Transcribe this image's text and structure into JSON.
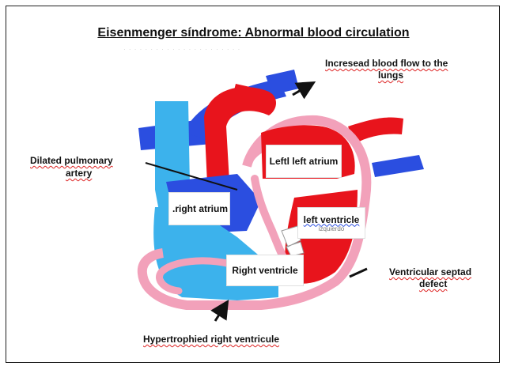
{
  "title": "Eisenmenger síndrome: Abnormal blood circulation",
  "labels": {
    "increased_flow_line1": "Incresead  blood flow to the",
    "increased_flow_line2": "lungs",
    "dilated_line1": "Dilated pulmonary",
    "dilated_line2": "artery",
    "left_atrium": "Leftl left atrium",
    "right_atrium": ".right atrium",
    "left_ventricle": "left ventricle",
    "left_ventricle_sub": "izquierdo",
    "right_ventricle": "Right ventricle",
    "septal_line1": "Ventricular  septad",
    "septal_line2": "defect",
    "hypertrophied": "Hypertrophied  right ventricule"
  },
  "colors": {
    "oxygenated": "#e8141c",
    "deoxygenated": "#2b4ee0",
    "light_blue": "#3cb2ec",
    "myocardium": "#f2a1ba",
    "arrow": "#111111"
  }
}
